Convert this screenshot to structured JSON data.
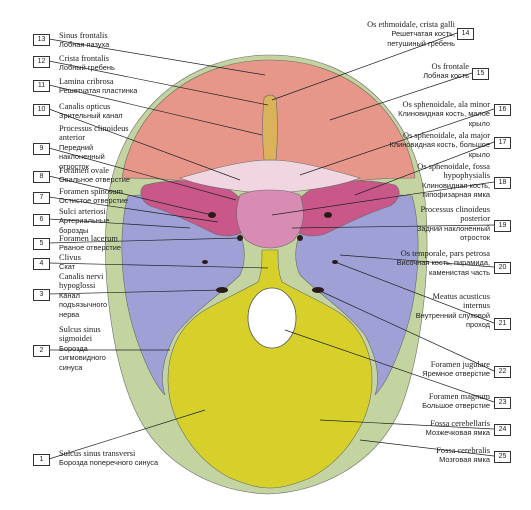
{
  "colors": {
    "frontal": "#e6978a",
    "sphenoid_lesser": "#f0d6e0",
    "sphenoid_greater": "#c9578a",
    "sphenoid_body": "#d88cb4",
    "temporal": "#9fa0d6",
    "occipital": "#d8d02a",
    "parietal_rim": "#c4d4a0",
    "ethmoid": "#d9b25a",
    "line": "#222222"
  },
  "labels": [
    {
      "n": "13",
      "la": "Sinus frontalis",
      "ru": "Лобная пазуха"
    },
    {
      "n": "12",
      "la": "Crista frontalis",
      "ru": "Лобный гребень"
    },
    {
      "n": "11",
      "la": "Lamina cribrosa",
      "ru": "Решетчатая пластинка"
    },
    {
      "n": "10",
      "la": "Canalis opticus",
      "ru": "Зрительный канал"
    },
    {
      "n": "9",
      "la": "Processus clinoideus anterior",
      "ru": "Передний наклоненный отросток"
    },
    {
      "n": "8",
      "la": "Foramen ovale",
      "ru": "Овальное отверстие"
    },
    {
      "n": "7",
      "la": "Foramen spinosum",
      "ru": "Остистое отверстие"
    },
    {
      "n": "6",
      "la": "Sulci arteriosi",
      "ru": "Артериальные борозды"
    },
    {
      "n": "5",
      "la": "Foramen lacerum",
      "ru": "Рваное отверстие"
    },
    {
      "n": "4",
      "la": "Clivus",
      "ru": "Скат"
    },
    {
      "n": "3",
      "la": "Canalis nervi hypoglossi",
      "ru": "Канал подъязычного нерва"
    },
    {
      "n": "2",
      "la": "Sulcus sinus sigmoidei",
      "ru": "Борозда сигмовидного синуса"
    },
    {
      "n": "1",
      "la": "Sulcus sinus transversi",
      "ru": "Борозда поперечного синуса"
    },
    {
      "n": "14",
      "la": "Os ethmoidale, crista galli",
      "ru": "Решетчатая кость, петушиный гребень"
    },
    {
      "n": "15",
      "la": "Os frontale",
      "ru": "Лобная кость"
    },
    {
      "n": "16",
      "la": "Os sphenoidale, ala minor",
      "ru": "Клиновидная кость, малое крыло"
    },
    {
      "n": "17",
      "la": "Os sphenoidale, ala major",
      "ru": "Клиновидная кость, большое крыло"
    },
    {
      "n": "18",
      "la": "Os sphenoidale, fossa hypophysialis",
      "ru": "Клиновидная кость, гипофизарная ямка"
    },
    {
      "n": "19",
      "la": "Processus clinoideus posterior",
      "ru": "Задний наклоненный отросток"
    },
    {
      "n": "20",
      "la": "Os temporale, pars petrosa",
      "ru": "Височная кость, пирамида, каменистая часть"
    },
    {
      "n": "21",
      "la": "Meatus acusticus internus",
      "ru": "Внутренний слуховой проход"
    },
    {
      "n": "22",
      "la": "Foramen jugulare",
      "ru": "Яремное отверстие"
    },
    {
      "n": "23",
      "la": "Foramen magnum",
      "ru": "Большое отверстие"
    },
    {
      "n": "24",
      "la": "Fossa cerebellaris",
      "ru": "Мозжечковая ямка"
    },
    {
      "n": "25",
      "la": "Fossa cerebralis",
      "ru": "Мозговая ямка"
    }
  ]
}
